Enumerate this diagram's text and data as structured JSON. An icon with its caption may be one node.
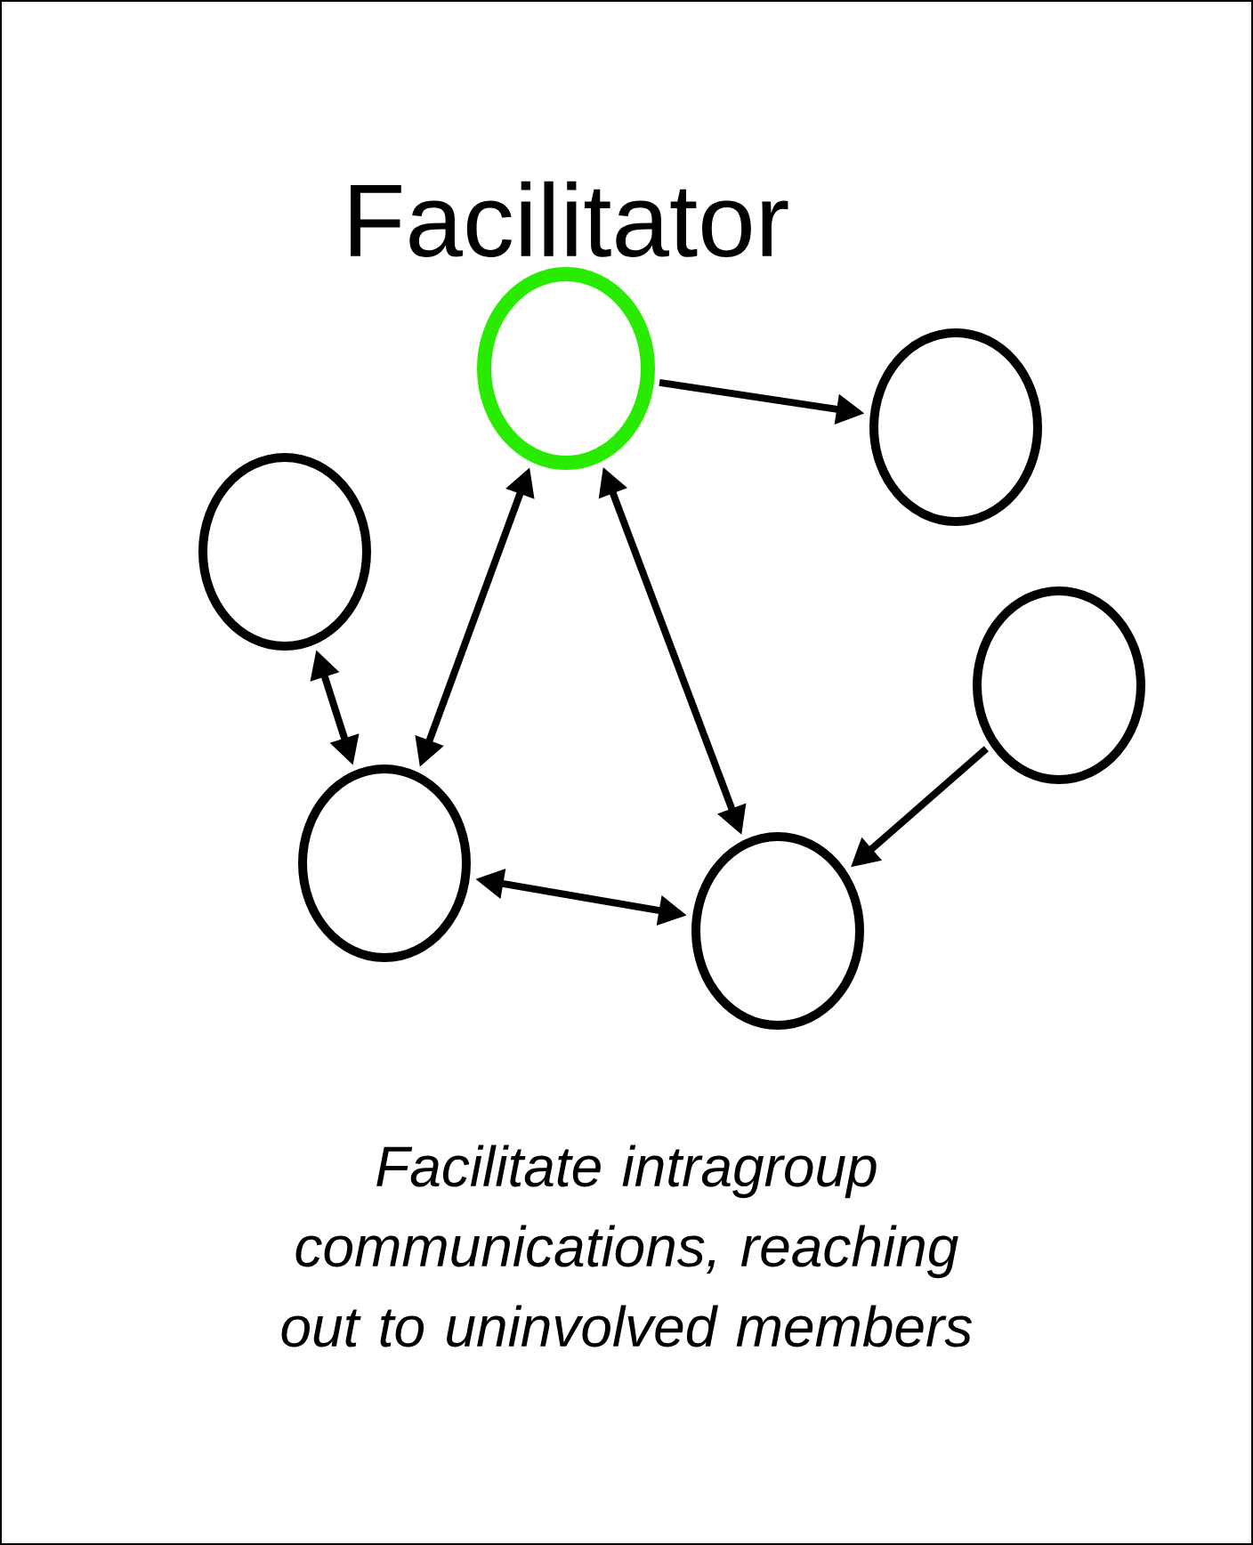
{
  "diagram": {
    "caption": "Facilitate intragroup communications, reaching out to uninvolved members",
    "nodes": [
      {
        "text": [
          "Facilitator"
        ]
      },
      {
        "text": [],
        "shape": "circle"
      },
      {
        "text": [],
        "shape": "circle"
      },
      {
        "text": [],
        "shape": "circle"
      },
      {
        "text": [],
        "shape": "circle"
      },
      {
        "text": [],
        "shape": "circle"
      }
    ],
    "edges": [
      {
        "from": 0,
        "to": 1,
        "arrow": "to"
      },
      {
        "from": 0,
        "to": 4,
        "arrow": "both"
      },
      {
        "from": 0,
        "to": 5,
        "arrow": "both"
      },
      {
        "from": 2,
        "to": 4,
        "arrow": "both"
      },
      {
        "from": 4,
        "to": 5,
        "arrow": "both"
      },
      {
        "from": 3,
        "to": 5,
        "arrow": "to"
      }
    ]
  }
}
